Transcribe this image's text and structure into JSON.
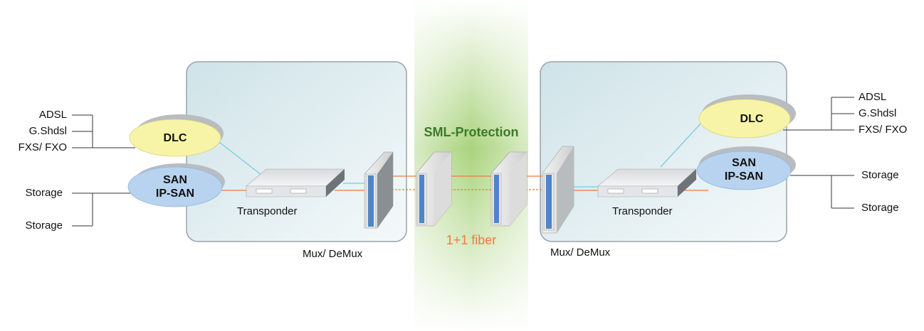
{
  "colors": {
    "protection_band": "#a9d37c",
    "site_box_fill": "#dfeef0",
    "site_box_border": "#9aa3a8",
    "cloud_dlc": "#f7f4a8",
    "cloud_san": "#b7d3ef",
    "cloud_back": "#b9bcc0",
    "fiber": "#f07a3c",
    "signal_line": "#5bc3d8",
    "protection_text": "#3a7a2a",
    "fiber_text": "#f07a3c"
  },
  "protection": {
    "title": "SML-Protection",
    "fiber_label": "1+1 fiber"
  },
  "left_site": {
    "services_dlc": [
      "ADSL",
      "G.Shdsl",
      "FXS/ FXO"
    ],
    "services_san": [
      "Storage",
      "Storage"
    ],
    "dlc_label": "DLC",
    "san_label_1": "SAN",
    "san_label_2": "IP-SAN",
    "transponder_label": "Transponder",
    "mux_label": "Mux/ DeMux"
  },
  "right_site": {
    "services_dlc": [
      "ADSL",
      "G.Shdsl",
      "FXS/ FXO"
    ],
    "services_san": [
      "Storage",
      "Storage"
    ],
    "dlc_label": "DLC",
    "san_label_1": "SAN",
    "san_label_2": "IP-SAN",
    "transponder_label": "Transponder",
    "mux_label": "Mux/ DeMux"
  }
}
